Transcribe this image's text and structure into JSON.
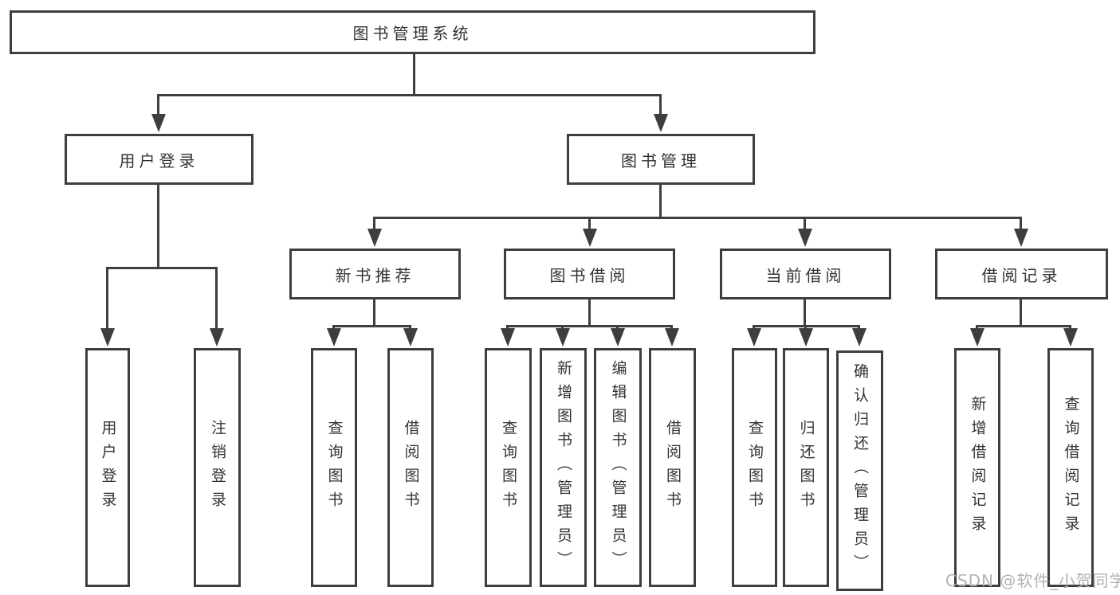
{
  "nodes": {
    "root": "图书管理系统",
    "user_login": "用户登录",
    "book_management": "图书管理",
    "new_book_recommend": "新书推荐",
    "book_borrowing": "图书借阅",
    "current_borrowing": "当前借阅",
    "borrowing_records": "借阅记录"
  },
  "leaves": {
    "user_login": [
      "用户登录",
      "注销登录"
    ],
    "new_book_recommend": [
      "查询图书",
      "借阅图书"
    ],
    "book_borrowing": [
      "查询图书",
      "新增图书（管理员）",
      "编辑图书（管理员）",
      "借阅图书"
    ],
    "current_borrowing": [
      "查询图书",
      "归还图书",
      "确认归还（管理员）"
    ],
    "borrowing_records": [
      "新增借阅记录",
      "查询借阅记录"
    ]
  },
  "watermark": "CSDN @软件_小贺同学",
  "colors": {
    "line": "#3e3e3e",
    "text": "#333333",
    "watermark": "#b3b3b3",
    "background": "#ffffff"
  }
}
